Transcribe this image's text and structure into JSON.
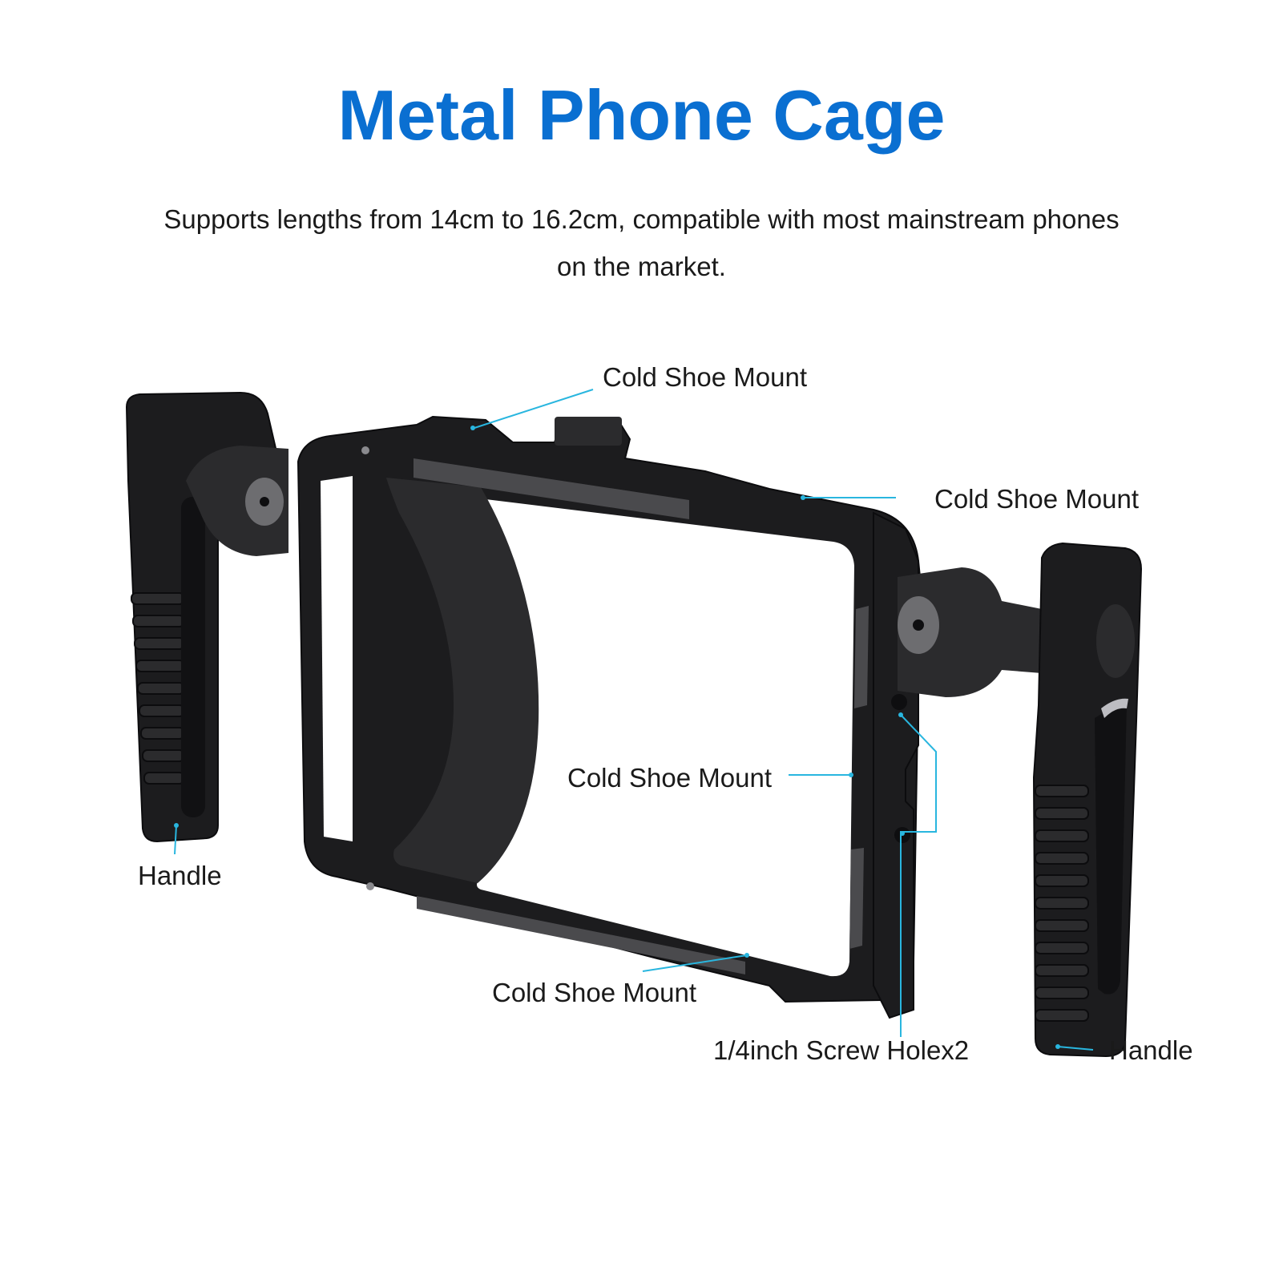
{
  "header": {
    "title": "Metal Phone Cage",
    "subtitle": "Supports lengths from 14cm to 16.2cm, compatible with most mainstream phones on the market."
  },
  "colors": {
    "title": "#0a6fd1",
    "leader": "#29b6df",
    "metal_dark": "#1c1c1e",
    "metal_mid": "#2b2b2d",
    "metal_edge": "#4a4a4d",
    "knob": "#6d6d70"
  },
  "callouts": {
    "cold_shoe_top": "Cold Shoe Mount",
    "cold_shoe_right": "Cold Shoe Mount",
    "cold_shoe_side": "Cold Shoe Mount",
    "cold_shoe_bottom": "Cold Shoe Mount",
    "screw_holes": "1/4inch Screw Holex2",
    "handle_left": "Handle",
    "handle_right": "Handle"
  }
}
